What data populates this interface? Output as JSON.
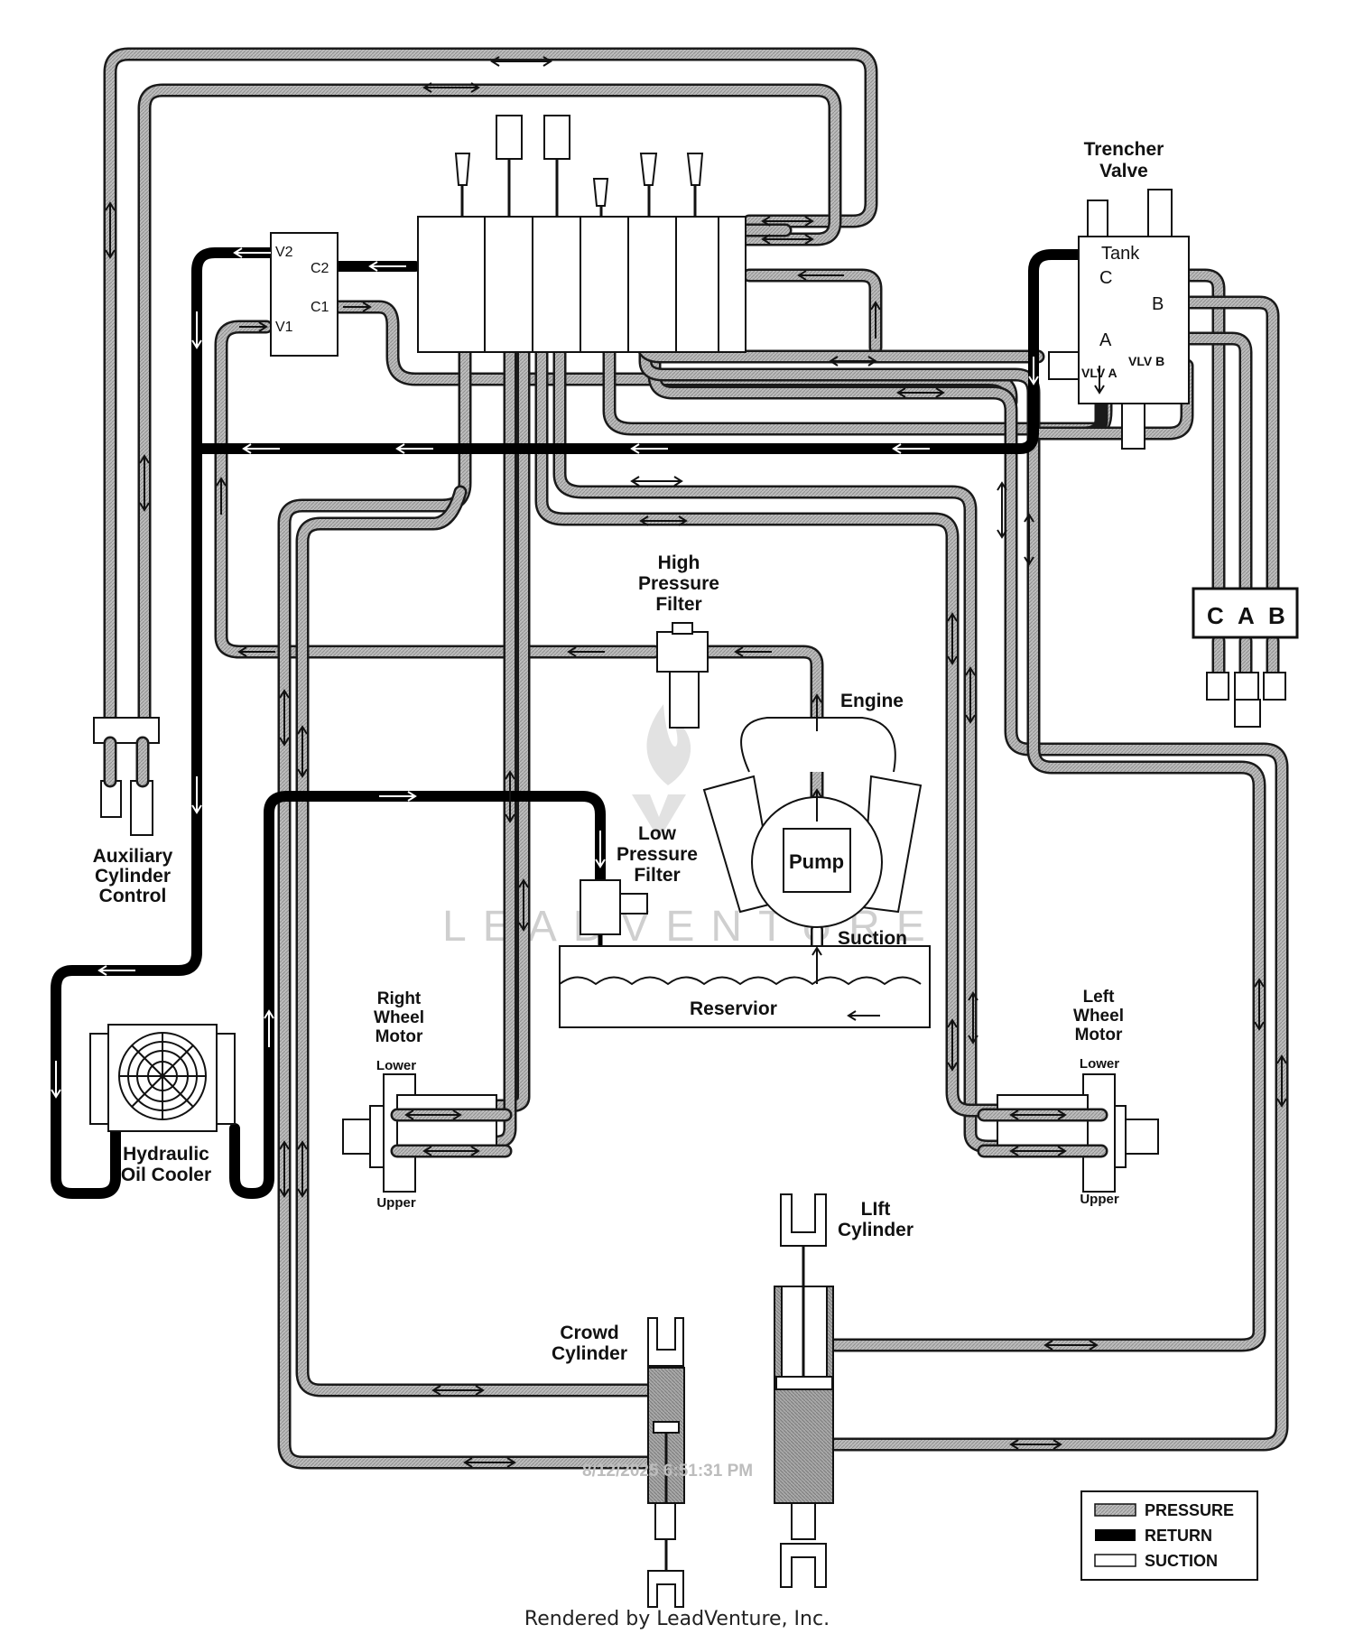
{
  "labels": {
    "trencher_valve": [
      "Trencher",
      "Valve"
    ],
    "aux_control": [
      "Auxiliary",
      "Cylinder",
      "Control"
    ],
    "hp_filter": [
      "High",
      "Pressure",
      "Filter"
    ],
    "engine": "Engine",
    "lp_filter": [
      "Low",
      "Pressure",
      "Filter"
    ],
    "pump": "Pump",
    "suction": "Suction",
    "reservior": "Reservior",
    "right_motor": [
      "Right",
      "Wheel",
      "Motor"
    ],
    "left_motor": [
      "Left",
      "Wheel",
      "Motor"
    ],
    "hyd_cooler": [
      "Hydraulic",
      "Oil Cooler"
    ],
    "lift_cyl": [
      "LIft",
      "Cylinder"
    ],
    "crowd_cyl": [
      "Crowd",
      "Cylinder"
    ],
    "lower": "Lower",
    "upper": "Upper"
  },
  "ports": {
    "v2": "V2",
    "c2": "C2",
    "c1": "C1",
    "v1": "V1",
    "tank": "Tank",
    "c": "C",
    "b": "B",
    "a": "A",
    "vlv_a": "VLV A",
    "vlv_b": "VLV B",
    "cab": [
      "C",
      "A",
      "B"
    ]
  },
  "legend": {
    "pressure": "PRESSURE",
    "return": "RETURN",
    "suction": "SUCTION"
  },
  "watermark": "LEADVENTURE",
  "stamp": "8/12/2025 6:51:31 PM",
  "footer": "Rendered by LeadVenture, Inc.",
  "colors": {
    "pressure": "#b9b9b9",
    "return": "#000000",
    "suction": "#ffffff"
  }
}
